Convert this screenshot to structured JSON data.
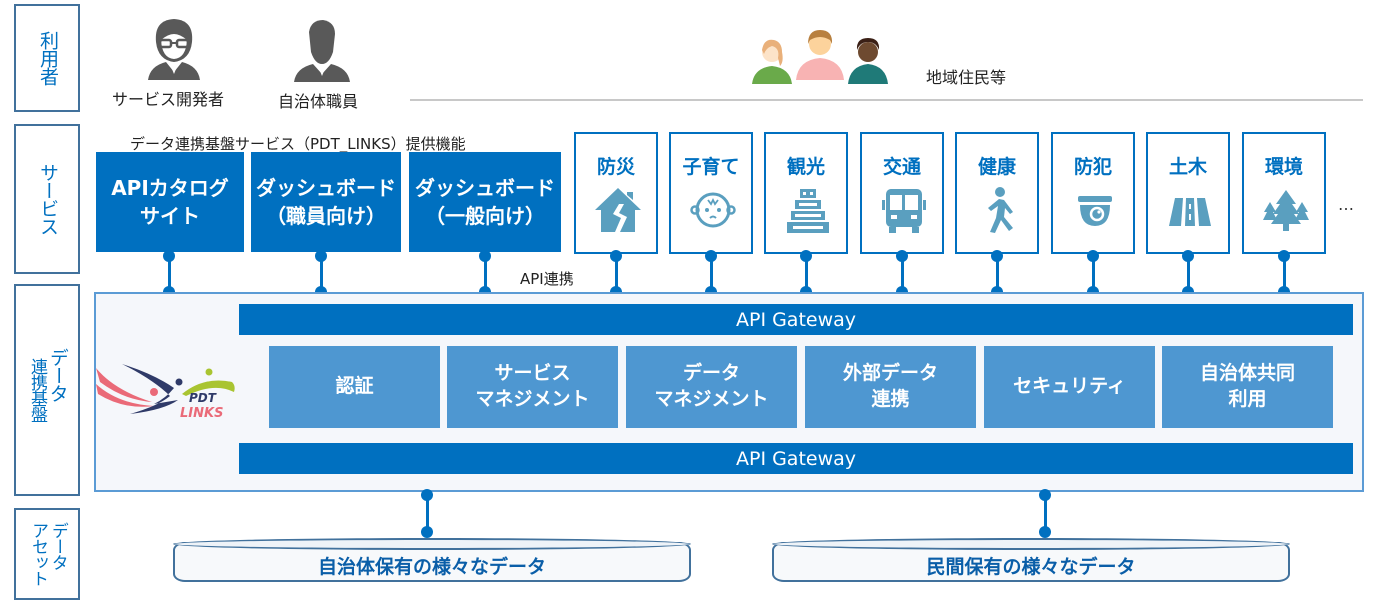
{
  "layers": {
    "users": "利用者",
    "services": "サービス",
    "platform_line1": "データ",
    "platform_line2": "連携基盤",
    "assets_line1": "データ",
    "assets_line2": "アセット"
  },
  "users": {
    "developer": {
      "label": "サービス開発者",
      "icon": "person-glasses-icon"
    },
    "staff": {
      "label": "自治体職員",
      "icon": "person-suit-icon"
    },
    "residents": {
      "label": "地域住民等",
      "icon": "residents-group-icon"
    }
  },
  "services": {
    "provided_caption": "データ連携基盤サービス（PDT_LINKS）提供機能",
    "provided": [
      {
        "line1": "APIカタログ",
        "line2": "サイト"
      },
      {
        "line1": "ダッシュボード",
        "line2": "（職員向け）"
      },
      {
        "line1": "ダッシュボード",
        "line2": "（一般向け）"
      }
    ],
    "api_link_label": "API連携",
    "domains": [
      {
        "label": "防災",
        "icon": "broken-house-icon"
      },
      {
        "label": "子育て",
        "icon": "baby-face-icon"
      },
      {
        "label": "観光",
        "icon": "castle-icon"
      },
      {
        "label": "交通",
        "icon": "bus-icon"
      },
      {
        "label": "健康",
        "icon": "walking-person-icon"
      },
      {
        "label": "防犯",
        "icon": "security-camera-icon"
      },
      {
        "label": "土木",
        "icon": "road-icon"
      },
      {
        "label": "環境",
        "icon": "trees-icon"
      }
    ],
    "more": "…"
  },
  "platform": {
    "logo_text_1": "PDT",
    "logo_text_2": "LINKS",
    "gateway_top": "API Gateway",
    "gateway_bottom": "API Gateway",
    "modules": [
      {
        "line1": "認証",
        "line2": ""
      },
      {
        "line1": "サービス",
        "line2": "マネジメント"
      },
      {
        "line1": "データ",
        "line2": "マネジメント"
      },
      {
        "line1": "外部データ",
        "line2": "連携"
      },
      {
        "line1": "セキュリティ",
        "line2": ""
      },
      {
        "line1": "自治体共同",
        "line2": "利用"
      }
    ]
  },
  "assets": {
    "municipal": "自治体保有の様々なデータ",
    "private": "民間保有の様々なデータ"
  },
  "colors": {
    "primary": "#0070c0",
    "module": "#4e97d1",
    "icon": "#5a9fbf",
    "label_border": "#41719c"
  }
}
